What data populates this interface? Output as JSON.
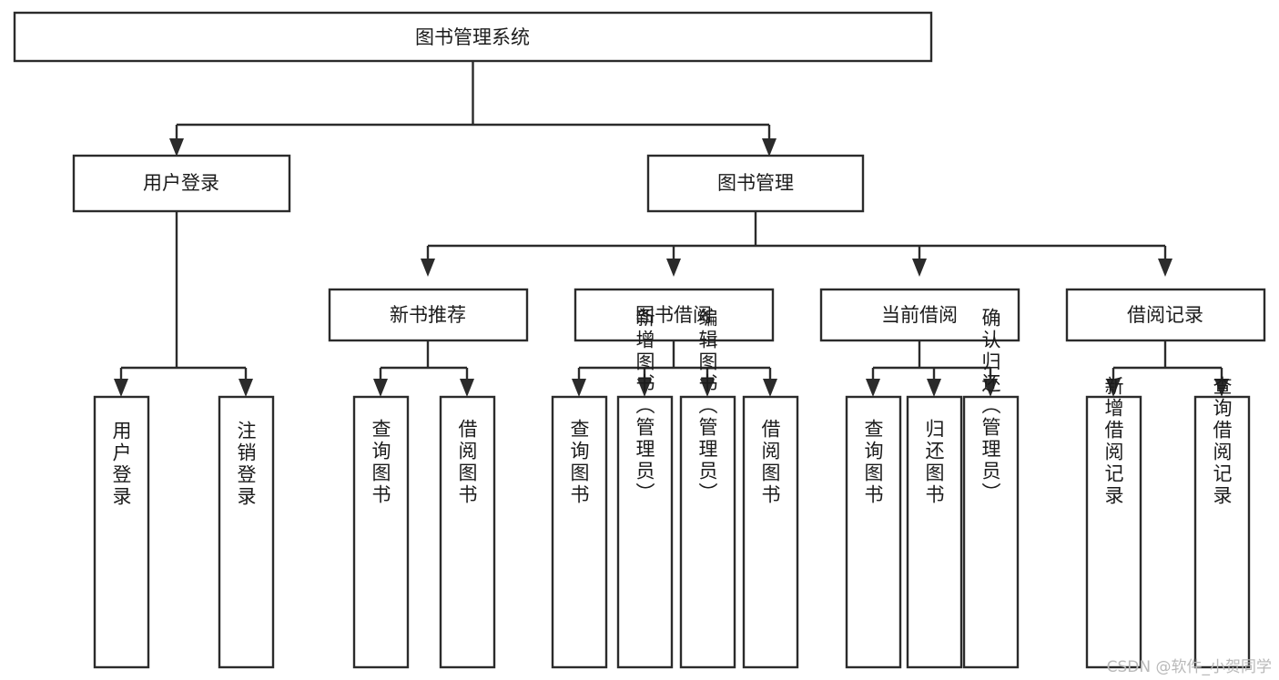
{
  "diagram": {
    "kind": "function-structure-tree",
    "title": "图书管理系统",
    "watermark": "CSDN @软件_小贺同学",
    "colors": {
      "stroke": "#2b2b2b",
      "box_fill": "#ffffff",
      "text": "#1b1b1b",
      "background": "#ffffff",
      "watermark": "#b9b9b9"
    },
    "levels": {
      "root": {
        "label": "图书管理系统"
      },
      "modules": [
        {
          "id": "user-login",
          "label": "用户登录"
        },
        {
          "id": "book-manage",
          "label": "图书管理"
        }
      ],
      "submodules": [
        {
          "id": "new-book-recommend",
          "label": "新书推荐",
          "parent": "book-manage"
        },
        {
          "id": "book-borrow",
          "label": "图书借阅",
          "parent": "book-manage"
        },
        {
          "id": "current-borrow",
          "label": "当前借阅",
          "parent": "book-manage"
        },
        {
          "id": "borrow-record",
          "label": "借阅记录",
          "parent": "book-manage"
        }
      ],
      "leaves": [
        {
          "id": "leaf-user-login",
          "label": "用户登录",
          "parent": "user-login"
        },
        {
          "id": "leaf-logout-login",
          "label": "注销登录",
          "parent": "user-login"
        },
        {
          "id": "leaf-query-book-1",
          "label": "查询图书",
          "parent": "new-book-recommend"
        },
        {
          "id": "leaf-borrow-book-1",
          "label": "借阅图书",
          "parent": "new-book-recommend"
        },
        {
          "id": "leaf-query-book-2",
          "label": "查询图书",
          "parent": "book-borrow"
        },
        {
          "id": "leaf-add-book",
          "label": "新增图书（管理员）",
          "parent": "book-borrow"
        },
        {
          "id": "leaf-edit-book",
          "label": "编辑图书（管理员）",
          "parent": "book-borrow"
        },
        {
          "id": "leaf-borrow-book-2",
          "label": "借阅图书",
          "parent": "book-borrow"
        },
        {
          "id": "leaf-query-book-3",
          "label": "查询图书",
          "parent": "current-borrow"
        },
        {
          "id": "leaf-return-book",
          "label": "归还图书",
          "parent": "current-borrow"
        },
        {
          "id": "leaf-confirm-return",
          "label": "确认归还（管理员）",
          "parent": "current-borrow"
        },
        {
          "id": "leaf-add-record",
          "label": "新增借阅记录",
          "parent": "borrow-record"
        },
        {
          "id": "leaf-query-record",
          "label": "查询借阅记录",
          "parent": "borrow-record"
        }
      ]
    }
  }
}
